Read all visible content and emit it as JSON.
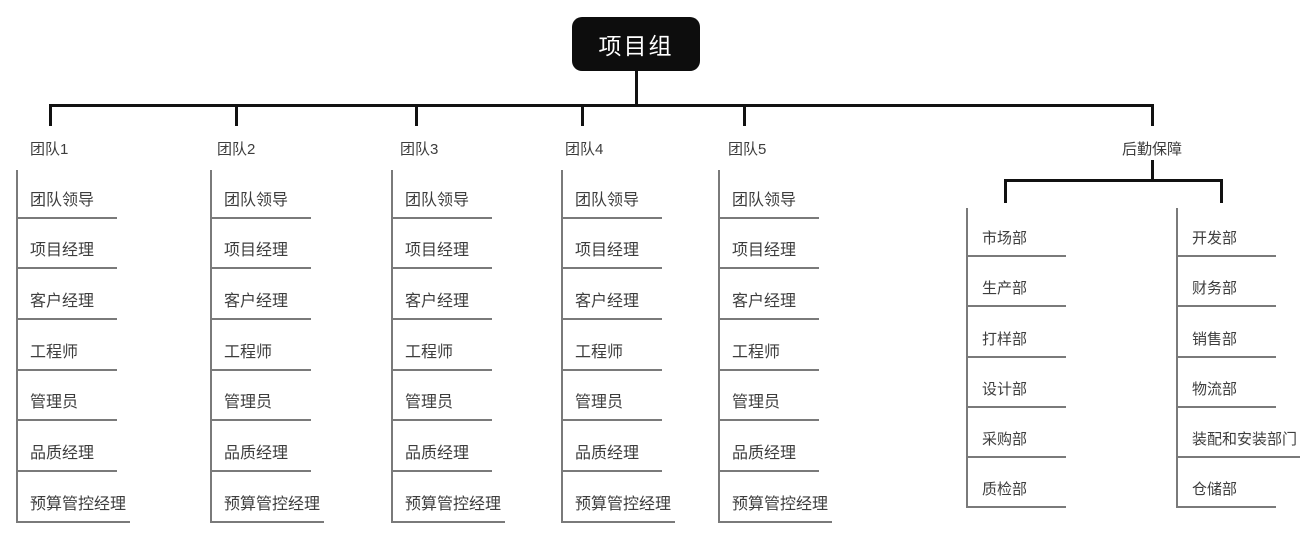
{
  "root": {
    "label": "项目组"
  },
  "teams": [
    {
      "label": "团队1",
      "roles": [
        "团队领导",
        "项目经理",
        "客户经理",
        "工程师",
        "管理员",
        "品质经理",
        "预算管控经理"
      ]
    },
    {
      "label": "团队2",
      "roles": [
        "团队领导",
        "项目经理",
        "客户经理",
        "工程师",
        "管理员",
        "品质经理",
        "预算管控经理"
      ]
    },
    {
      "label": "团队3",
      "roles": [
        "团队领导",
        "项目经理",
        "客户经理",
        "工程师",
        "管理员",
        "品质经理",
        "预算管控经理"
      ]
    },
    {
      "label": "团队4",
      "roles": [
        "团队领导",
        "项目经理",
        "客户经理",
        "工程师",
        "管理员",
        "品质经理",
        "预算管控经理"
      ]
    },
    {
      "label": "团队5",
      "roles": [
        "团队领导",
        "项目经理",
        "客户经理",
        "工程师",
        "管理员",
        "品质经理",
        "预算管控经理"
      ]
    }
  ],
  "logistics": {
    "label": "后勤保障",
    "columns": [
      {
        "departments": [
          "市场部",
          "生产部",
          "打样部",
          "设计部",
          "采购部",
          "质检部"
        ]
      },
      {
        "departments": [
          "开发部",
          "财务部",
          "销售部",
          "物流部",
          "装配和安装部门",
          "仓储部"
        ]
      }
    ]
  },
  "colors": {
    "root_node_bg": "#0d0d0d",
    "root_node_text": "#ffffff",
    "connector_line": "#111111",
    "hang_line": "#7a7a7a",
    "text": "#3d3d3d",
    "background": "#ffffff"
  }
}
